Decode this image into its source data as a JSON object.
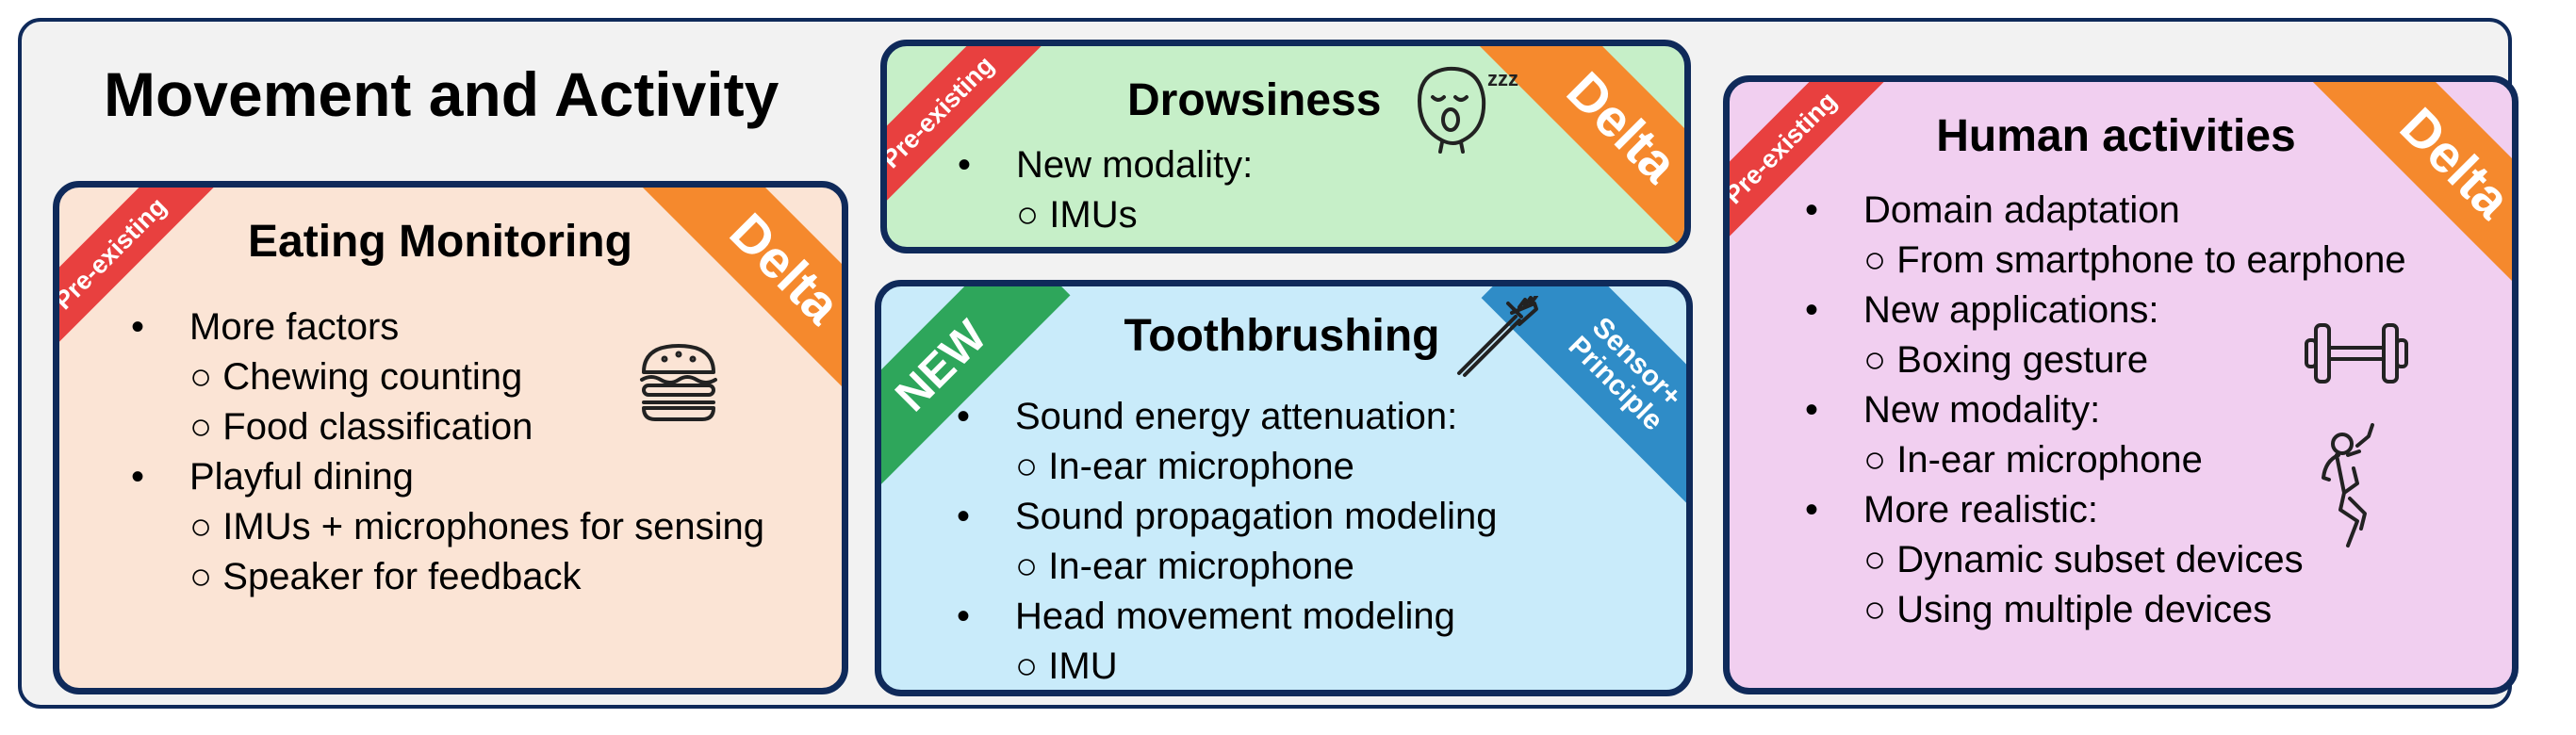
{
  "title": "Movement and Activity",
  "cards": [
    {
      "key": "eating",
      "title": "Eating Monitoring",
      "ribbons": [
        "Pre-existing",
        "Delta"
      ],
      "items": [
        {
          "text": "More factors",
          "sub": [
            "○ Chewing counting",
            "○ Food classification"
          ]
        },
        {
          "text": "Playful dining",
          "sub": [
            "○ IMUs + microphones for sensing",
            "○ Speaker for feedback"
          ]
        }
      ],
      "icon": "burger-icon"
    },
    {
      "key": "drowsiness",
      "title": "Drowsiness",
      "ribbons": [
        "Pre-existing",
        "Delta"
      ],
      "items": [
        {
          "text": "New modality:",
          "sub": [
            "○ IMUs"
          ]
        }
      ],
      "icon": "sleepy-face-icon",
      "icon_text": "zzz"
    },
    {
      "key": "toothbrushing",
      "title": "Toothbrushing",
      "ribbons": [
        "NEW",
        "Sensor+",
        "Principle"
      ],
      "items": [
        {
          "text": "Sound energy attenuation:",
          "sub": [
            "○ In-ear microphone"
          ]
        },
        {
          "text": "Sound propagation modeling",
          "sub": [
            "○ In-ear microphone"
          ]
        },
        {
          "text": "Head movement modeling",
          "sub": [
            "○ IMU"
          ]
        }
      ],
      "icon": "toothbrush-icon"
    },
    {
      "key": "human",
      "title": "Human activities",
      "ribbons": [
        "Pre-existing",
        "Delta"
      ],
      "items": [
        {
          "text": "Domain adaptation",
          "sub": [
            "○ From smartphone to earphone"
          ]
        },
        {
          "text": "New applications:",
          "sub": [
            "○ Boxing gesture"
          ]
        },
        {
          "text": "New modality:",
          "sub": [
            "○ In-ear microphone"
          ]
        },
        {
          "text": "More realistic:",
          "sub": [
            "○ Dynamic subset devices",
            "○ Using multiple devices"
          ]
        }
      ],
      "icons": [
        "dumbbell-icon",
        "dancer-icon"
      ]
    }
  ],
  "colors": {
    "border": "#0f2a5a",
    "eating_bg": "#fbe4d5",
    "drowsiness_bg": "#c6efc8",
    "toothbrushing_bg": "#c9ebfa",
    "human_bg": "#f1cff0",
    "pre_existing": "#e8403f",
    "delta": "#f5892d",
    "new": "#2ea65b",
    "sensor_principle": "#2f8cc7"
  }
}
